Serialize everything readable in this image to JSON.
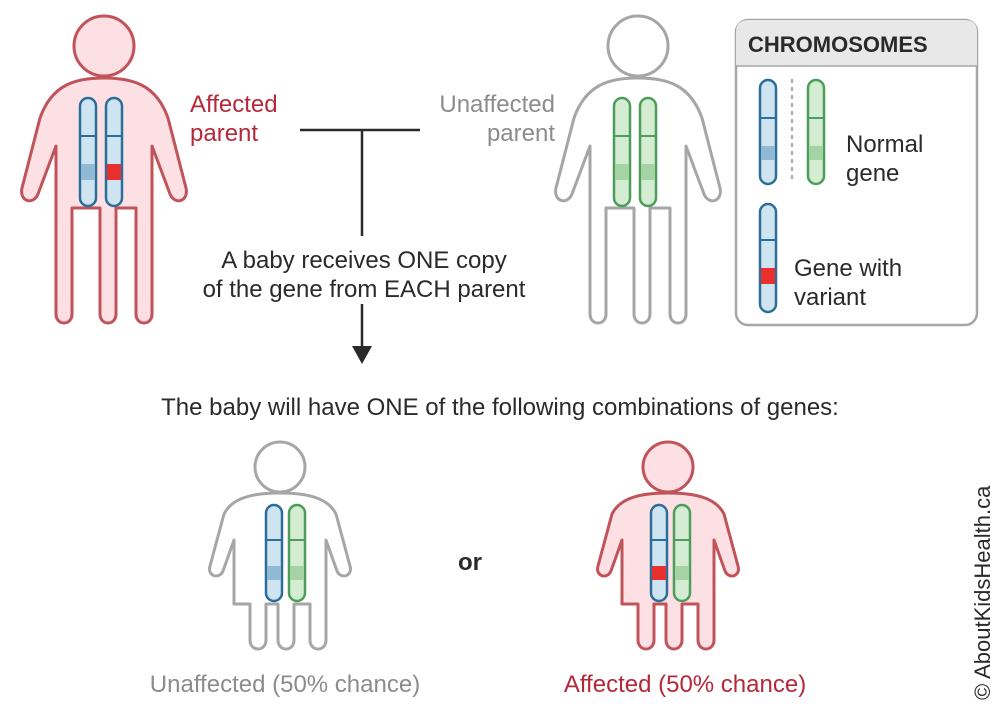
{
  "parents": {
    "affected_label": [
      "Affected",
      "parent"
    ],
    "unaffected_label": [
      "Unaffected",
      "parent"
    ]
  },
  "inheritance_note": [
    "A baby receives ONE copy",
    "of the gene from EACH parent"
  ],
  "combinations_heading": "The baby will have ONE of the following combinations of genes:",
  "connector_word": "or",
  "outcomes": {
    "unaffected": "Unaffected (50% chance)",
    "affected": "Affected (50% chance)"
  },
  "legend": {
    "title": "CHROMOSOMES",
    "normal": [
      "Normal",
      "gene"
    ],
    "variant": [
      "Gene with",
      "variant"
    ]
  },
  "copyright": "© AboutKidsHealth.ca",
  "colors": {
    "affected_outline": "#c0545a",
    "affected_fill": "#fde0e3",
    "unaffected_outline": "#a6a6a6",
    "blue_chromosome": "#2c6e99",
    "blue_fill": "#cfe4f1",
    "green_chromosome": "#4e9c5c",
    "green_fill": "#d3ecd2",
    "variant_band": "#e8312f",
    "affected_text": "#b5283a",
    "unaffected_text": "#8c8c8c"
  }
}
